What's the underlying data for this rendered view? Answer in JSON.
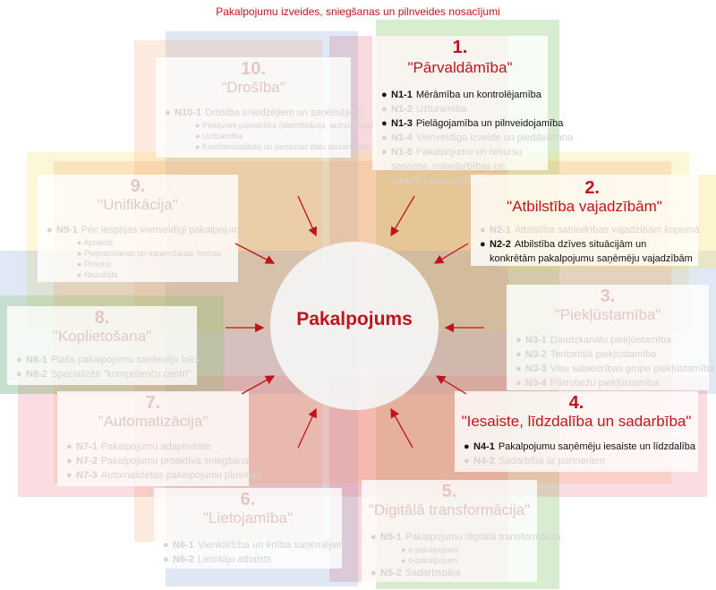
{
  "title": "Pakalpojumu izveides, sniegšanas un pilnveides nosacījumi",
  "center": "Pakalpojums",
  "colors": {
    "accent": "#c0141d",
    "active_text": "#111111",
    "inactive_text": "#d9d2cf"
  },
  "groups": [
    {
      "num": "1.",
      "title": "\"Pārvaldāmība\"",
      "items": [
        {
          "code": "N1-1",
          "text": "Mērāmība un kontrolējamība",
          "active": true
        },
        {
          "code": "N1-2",
          "text": "Uzturamība",
          "active": false
        },
        {
          "code": "N1-3",
          "text": "Pielāgojamība un pilnveidojamība",
          "active": true
        },
        {
          "code": "N1-4",
          "text": "Vienveidīga izveide un piedāvāšana",
          "active": false
        },
        {
          "code": "N1-5",
          "text": "Pakalpojumu un resursu sasaiste, mijiedarbības un atkarību caurspīdīgums",
          "active": false
        }
      ]
    },
    {
      "num": "2.",
      "title": "\"Atbilstība vajadzībām\"",
      "items": [
        {
          "code": "N2-1",
          "text": "Atbilstība sabiedrības vajadzībām kopumā",
          "active": false
        },
        {
          "code": "N2-2",
          "text": "Atbilstība dzīves situācijām un konkrētām pakalpojumu saņēmēju vajadzībām",
          "active": true
        }
      ]
    },
    {
      "num": "3.",
      "title": "\"Piekļūstamība\"",
      "items": [
        {
          "code": "N3-1",
          "text": "Daudzkanālu piekļūstamība",
          "active": false
        },
        {
          "code": "N3-2",
          "text": "Teritoriālā piekļūstamība",
          "active": false
        },
        {
          "code": "N3-3",
          "text": "Visu sabiedrības grupu piekļūstamība",
          "active": false
        },
        {
          "code": "N3-4",
          "text": "Pārrobežu piekļūstamība",
          "active": false
        }
      ]
    },
    {
      "num": "4.",
      "title": "\"Iesaiste, līdzdalība un sadarbība\"",
      "items": [
        {
          "code": "N4-1",
          "text": "Pakalpojumu saņēmēju iesaiste un līdzdalība",
          "active": true
        },
        {
          "code": "N4-2",
          "text": "Sadarbība ar partneriem",
          "active": false
        }
      ]
    },
    {
      "num": "5.",
      "title": "\"Digitālā transformācija\"",
      "items": [
        {
          "code": "N5-1",
          "text": "Pakalpojumu digitālā transformācija:",
          "active": false,
          "subs": [
            "e-pakalpojumi",
            "d-pakalpojumi"
          ]
        },
        {
          "code": "N5-2",
          "text": "Sadarbspēja",
          "active": false
        }
      ]
    },
    {
      "num": "6.",
      "title": "\"Lietojamība\"",
      "items": [
        {
          "code": "N6-1",
          "text": "Vienkāršība un ērtība saņēmējiem",
          "active": false
        },
        {
          "code": "N6-2",
          "text": "Lietotāju atbalsts",
          "active": false
        }
      ]
    },
    {
      "num": "7.",
      "title": "\"Automatizācija\"",
      "items": [
        {
          "code": "N7-1",
          "text": "Pakalpojumu adaptivitāte",
          "active": false
        },
        {
          "code": "N7-2",
          "text": "Pakalpojumu proaktīva sniegšana",
          "active": false
        },
        {
          "code": "N7-3",
          "text": "Automatizētas pakalpojumu plūsmas",
          "active": false
        }
      ]
    },
    {
      "num": "8.",
      "title": "\"Koplietošana\"",
      "items": [
        {
          "code": "N8-1",
          "text": "Plašs pakalpojumu saņēmēju loks",
          "active": false
        },
        {
          "code": "N8-2",
          "text": "Specializēti \"kompetenču centri\"",
          "active": false
        }
      ]
    },
    {
      "num": "9.",
      "title": "\"Unifikācija\"",
      "items": [
        {
          "code": "N9-1",
          "text": "Pēc iespējas vienveidīgi pakalpojumi:",
          "active": false,
          "subs": [
            "Apraksti",
            "Pieprasīšanas un saņemšanas formas",
            "Procesi",
            "Rezultāts"
          ]
        }
      ]
    },
    {
      "num": "10.",
      "title": "\"Drošība\"",
      "items": [
        {
          "code": "N10-1",
          "text": "Drošība sniedzējiem un saņēmējiem:",
          "active": false,
          "subs": [
            "Piekļuves pārvaldība (identifikācija, autorizācija)",
            "Uzticamība",
            "Konfidencialitāte un personas datu aizsardzība"
          ]
        }
      ]
    }
  ]
}
